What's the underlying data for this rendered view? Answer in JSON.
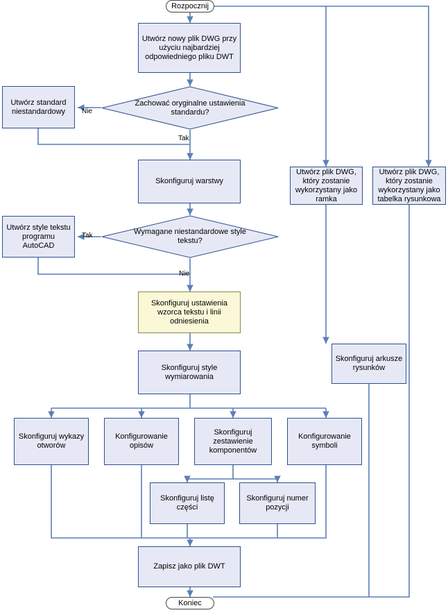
{
  "diagram": {
    "type": "flowchart",
    "title": "",
    "colors": {
      "process_fill": "#e6e9f5",
      "process_stroke": "#2f4f8f",
      "highlight_fill": "#fbf8d8",
      "highlight_stroke": "#8a8a4a",
      "terminator_fill": "#ffffff",
      "terminator_stroke": "#444444",
      "connector": "#5b7fb5"
    },
    "nodes": [
      {
        "id": "start",
        "label": "Rozpocznij"
      },
      {
        "id": "new_dwg",
        "label": "Utwórz nowy plik DWG przy użyciu najbardziej odpowiedniego pliku DWT"
      },
      {
        "id": "std_custom",
        "label": "Utwórz standard niestandardowy"
      },
      {
        "id": "dec_std",
        "label": "Zachować oryginalne ustawienia standardu?"
      },
      {
        "id": "layers",
        "label": "Skonfiguruj warstwy"
      },
      {
        "id": "frame_dwg",
        "label": "Utwórz plik DWG, który zostanie wykorzystany jako ramka"
      },
      {
        "id": "title_dwg",
        "label": "Utwórz plik DWG, który zostanie wykorzystany jako tabelka rysunkowa"
      },
      {
        "id": "text_style",
        "label": "Utwórz style tekstu programu AutoCAD"
      },
      {
        "id": "dec_text",
        "label": "Wymagane niestandardowe style tekstu?"
      },
      {
        "id": "leader",
        "label": "Skonfiguruj ustawienia wzorca tekstu i linii odniesienia"
      },
      {
        "id": "dim_styles",
        "label": "Skonfiguruj style wymiarowania"
      },
      {
        "id": "sheets",
        "label": "Skonfiguruj arkusze rysunków"
      },
      {
        "id": "holes",
        "label": "Skonfiguruj wykazy otworów"
      },
      {
        "id": "notes",
        "label": "Konfigurowanie opisów"
      },
      {
        "id": "bom",
        "label": "Skonfiguruj zestawienie komponentów"
      },
      {
        "id": "symbols",
        "label": "Konfigurowanie symboli"
      },
      {
        "id": "partslist",
        "label": "Skonfiguruj listę części"
      },
      {
        "id": "balloon",
        "label": "Skonfiguruj numer pozycji"
      },
      {
        "id": "save_dwt",
        "label": "Zapisz jako plik DWT"
      },
      {
        "id": "end",
        "label": "Koniec"
      }
    ],
    "edge_labels": [
      {
        "id": "std_no",
        "label": "Nie"
      },
      {
        "id": "std_yes",
        "label": "Tak"
      },
      {
        "id": "text_yes",
        "label": "Tak"
      },
      {
        "id": "text_no",
        "label": "Nie"
      }
    ]
  }
}
